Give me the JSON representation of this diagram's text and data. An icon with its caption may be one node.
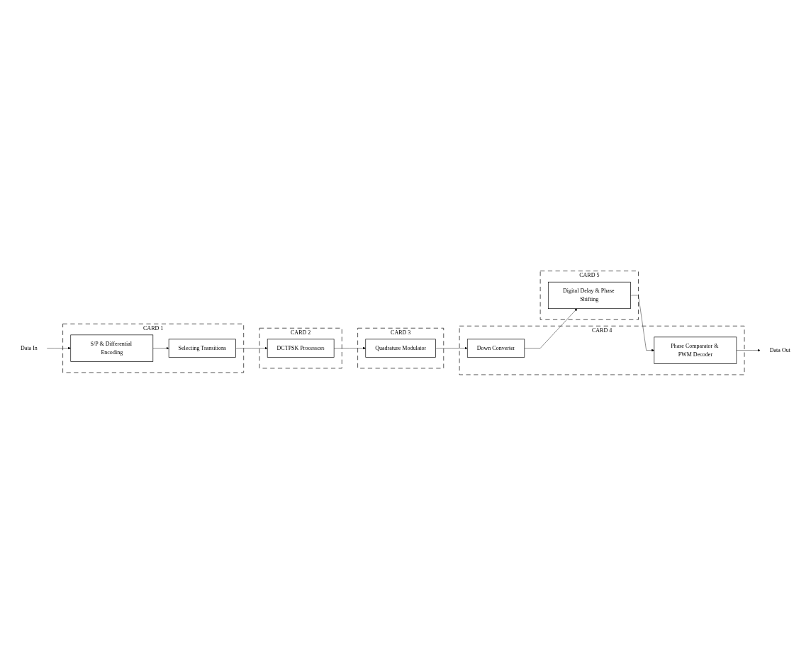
{
  "diagram": {
    "nodes": [
      {
        "text": [
          "CARD 1"
        ]
      },
      {
        "text": [
          "S/P & Differential Encoding"
        ],
        "in": 0
      },
      {
        "text": [
          "Selecting Transitions"
        ],
        "in": 0
      },
      {
        "text": [
          "CARD 2"
        ]
      },
      {
        "text": [
          "DCTPSK Processors"
        ],
        "in": 3
      },
      {
        "text": [
          "CARD 3"
        ]
      },
      {
        "text": [
          "Quadrature Modulator"
        ],
        "in": 5
      },
      {
        "text": [
          "CARD 4"
        ]
      },
      {
        "text": [
          "Down Converter"
        ],
        "in": 7
      },
      {
        "text": [
          "Phase Comparator & PWM Decoder"
        ],
        "in": 7
      },
      {
        "text": [
          "CARD 5"
        ]
      },
      {
        "text": [
          "Digital Delay & Phase Shifting"
        ],
        "in": 10
      },
      {
        "text": [
          "Data In"
        ]
      },
      {
        "text": [
          "Data Out"
        ]
      }
    ],
    "edges": [
      {
        "from": 12,
        "to": 1,
        "arrow": "to"
      },
      {
        "from": 1,
        "to": 2,
        "arrow": "to"
      },
      {
        "from": 2,
        "to": 4,
        "arrow": "to"
      },
      {
        "from": 4,
        "to": 6,
        "arrow": "to"
      },
      {
        "from": 6,
        "to": 8,
        "arrow": "to"
      },
      {
        "from": 8,
        "to": 11,
        "arrow": "to"
      },
      {
        "from": 11,
        "to": 9,
        "arrow": "to"
      },
      {
        "from": 9,
        "to": 13,
        "arrow": "to"
      }
    ]
  }
}
